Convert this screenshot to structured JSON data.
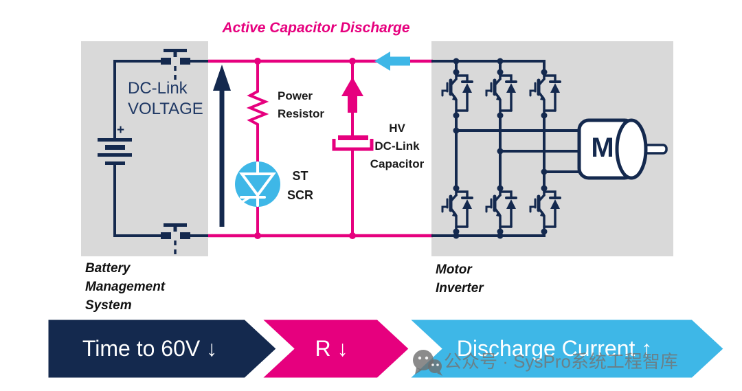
{
  "title": "Active Capacitor Discharge",
  "colors": {
    "pink": "#E6007E",
    "cyan": "#3EB7E7",
    "navy": "#14294E",
    "navy_text": "#1F3864",
    "box_gray": "#D9D9D9",
    "label_black": "#1A1A1A"
  },
  "bms": {
    "label": "Battery\nManagement\nSystem",
    "dc_link_voltage": "DC-Link\nVOLTAGE",
    "battery_plus": "+"
  },
  "components": {
    "power_resistor": "Power\nResistor",
    "scr": "ST\nSCR",
    "hv_capacitor": "HV\nDC-Link\nCapacitor"
  },
  "inverter": {
    "label": "Motor\nInverter",
    "motor_letter": "M"
  },
  "banner": [
    {
      "label": "Time to 60V ↓",
      "color": "#14294E"
    },
    {
      "label": "R ↓",
      "color": "#E6007E"
    },
    {
      "label": "Discharge Current ↑",
      "color": "#3EB7E7"
    }
  ],
  "watermark": {
    "text": "公众号 · SysPro系统工程智库"
  }
}
